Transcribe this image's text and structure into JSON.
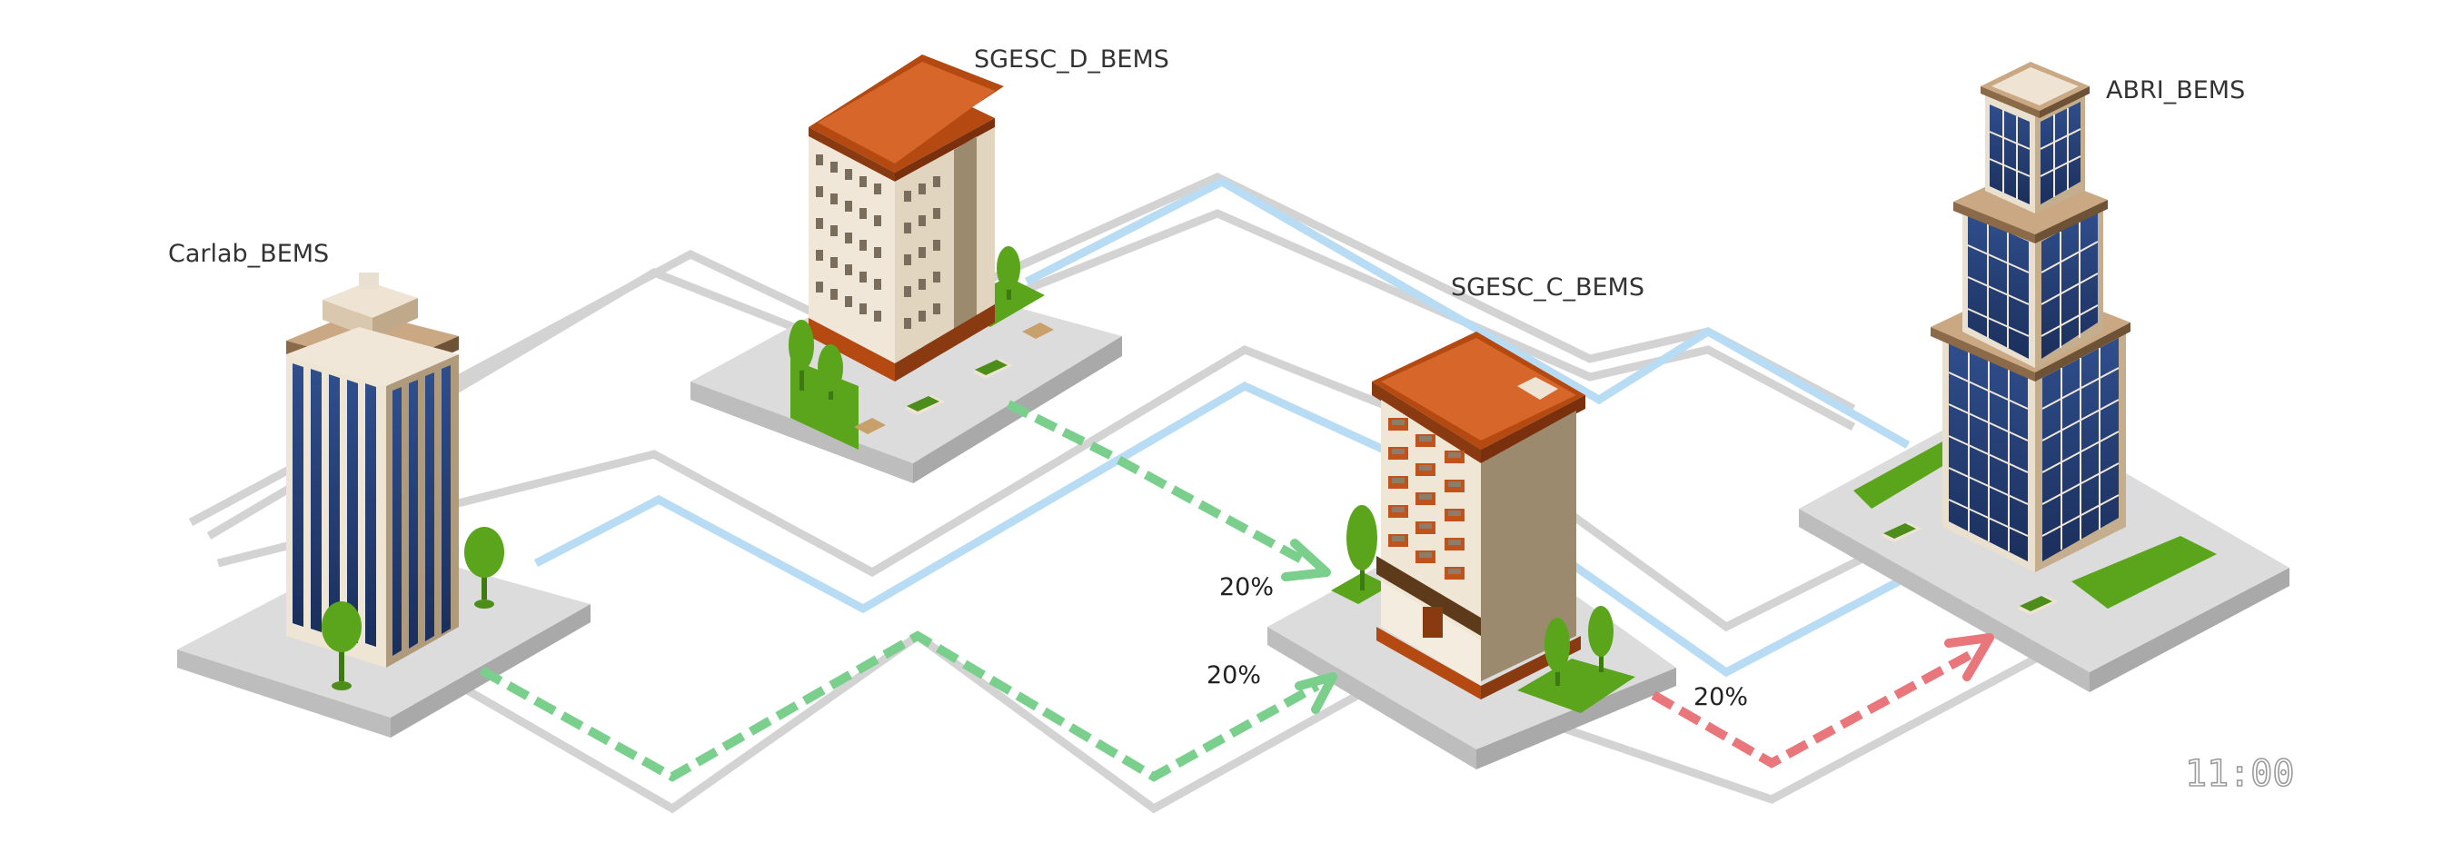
{
  "buildings": [
    {
      "id": "carlab",
      "name": "Carlab_BEMS"
    },
    {
      "id": "sgesc_d",
      "name": "SGESC_D_BEMS"
    },
    {
      "id": "sgesc_c",
      "name": "SGESC_C_BEMS"
    },
    {
      "id": "abri",
      "name": "ABRI_BEMS"
    }
  ],
  "flows": [
    {
      "from": "SGESC_D_BEMS",
      "to": "SGESC_C_BEMS",
      "percent": "20%",
      "color": "#7bcf8c"
    },
    {
      "from": "Carlab_BEMS",
      "to": "SGESC_C_BEMS",
      "percent": "20%",
      "color": "#7bcf8c"
    },
    {
      "from": "SGESC_C_BEMS",
      "to": "ABRI_BEMS",
      "percent": "20%",
      "color": "#e8767a"
    }
  ],
  "clock": "11:00",
  "colors": {
    "grid_line": "#d3d3d3",
    "active_line": "#b9dcf5",
    "green_flow": "#7bcf8c",
    "red_flow": "#e8767a"
  }
}
